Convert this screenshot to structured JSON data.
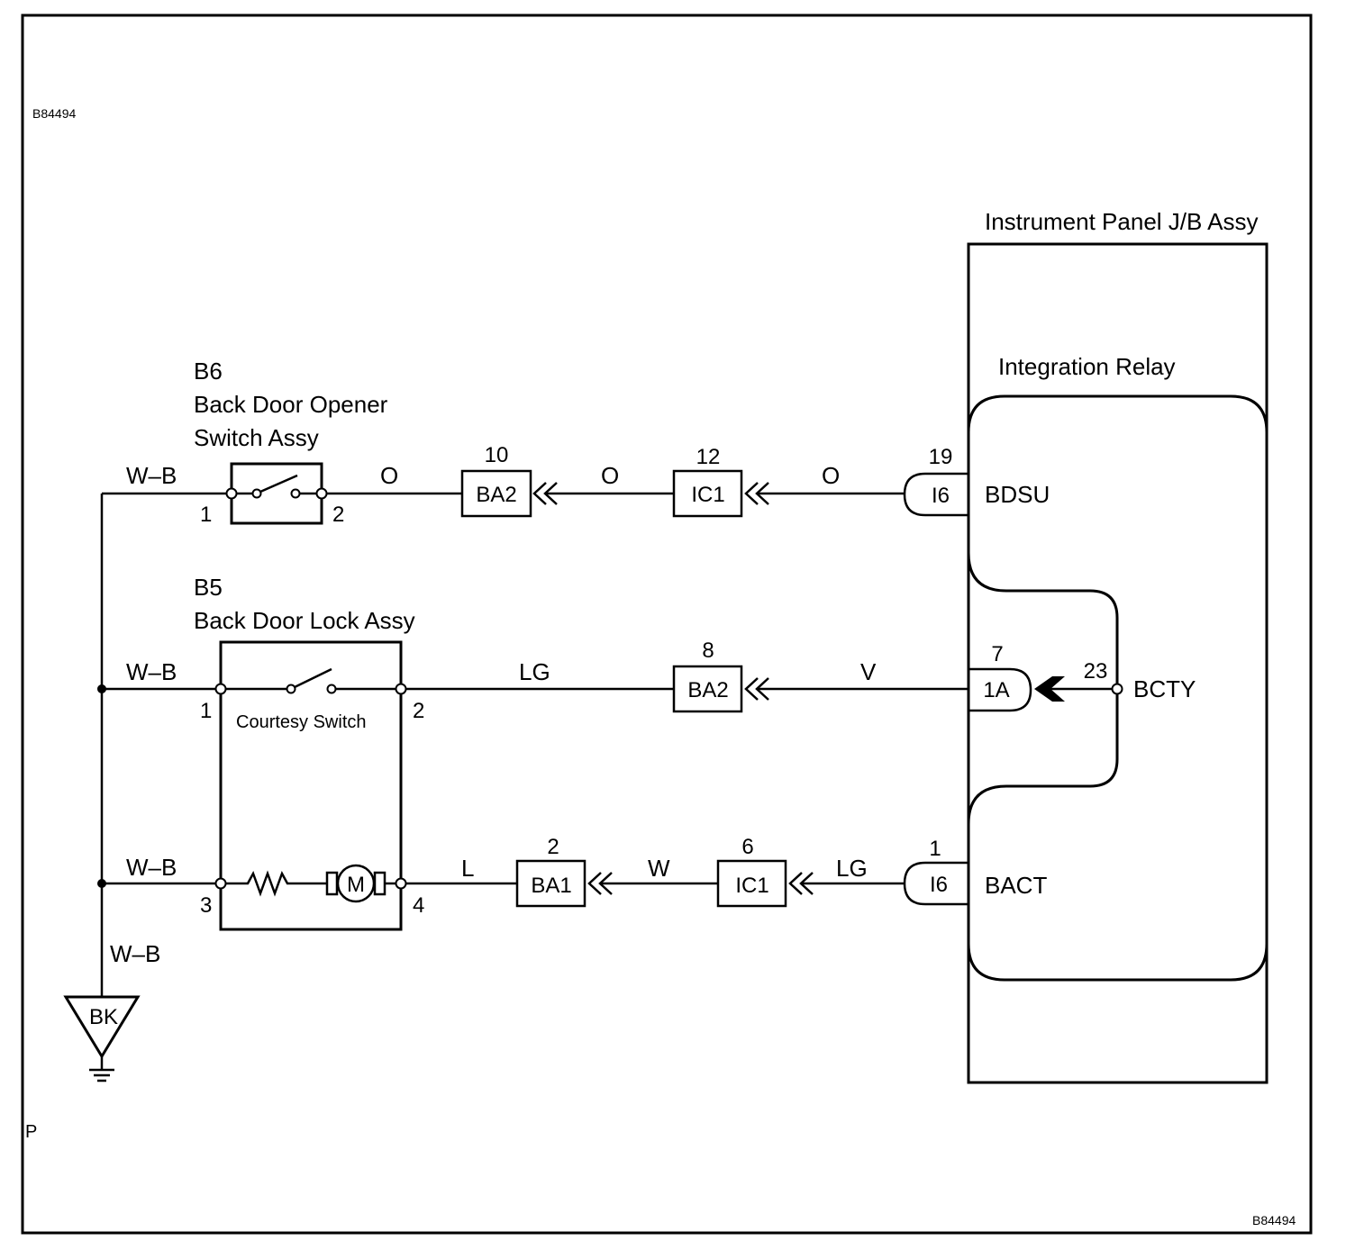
{
  "diagram_id_top": "B84494",
  "diagram_id_bottom": "B84494",
  "corner_mark": "P",
  "jb": {
    "title": "Instrument Panel J/B Assy",
    "relay_title": "Integration Relay",
    "terminals": {
      "bdsu": "BDSU",
      "bcty": "BCTY",
      "bact": "BACT"
    }
  },
  "b6": {
    "code": "B6",
    "name_line1": "Back Door Opener",
    "name_line2": "Switch Assy",
    "pin1": "1",
    "pin2": "2"
  },
  "b5": {
    "code": "B5",
    "name": "Back Door Lock Assy",
    "pin1": "1",
    "pin2": "2",
    "pin3": "3",
    "pin4": "4",
    "switch_label": "Courtesy Switch",
    "motor_label": "M"
  },
  "wires": {
    "wb_top": "W–B",
    "wb_mid": "W–B",
    "wb_bot": "W–B",
    "wb_ground": "W–B",
    "row1_o1": "O",
    "row1_o2": "O",
    "row1_o3": "O",
    "row2_lg": "LG",
    "row2_v": "V",
    "row3_l": "L",
    "row3_w": "W",
    "row3_lg": "LG"
  },
  "connectors": {
    "r1_ba2": {
      "label": "BA2",
      "pin": "10"
    },
    "r1_ic1": {
      "label": "IC1",
      "pin": "12"
    },
    "r1_i6": {
      "label": "I6",
      "pin": "19"
    },
    "r2_ba2": {
      "label": "BA2",
      "pin": "8"
    },
    "r2_1a": {
      "label": "1A",
      "pin": "7"
    },
    "r2_relay_pin": "23",
    "r3_ba1": {
      "label": "BA1",
      "pin": "2"
    },
    "r3_ic1": {
      "label": "IC1",
      "pin": "6"
    },
    "r3_i6": {
      "label": "I6",
      "pin": "1"
    }
  },
  "ground": {
    "label": "BK"
  }
}
